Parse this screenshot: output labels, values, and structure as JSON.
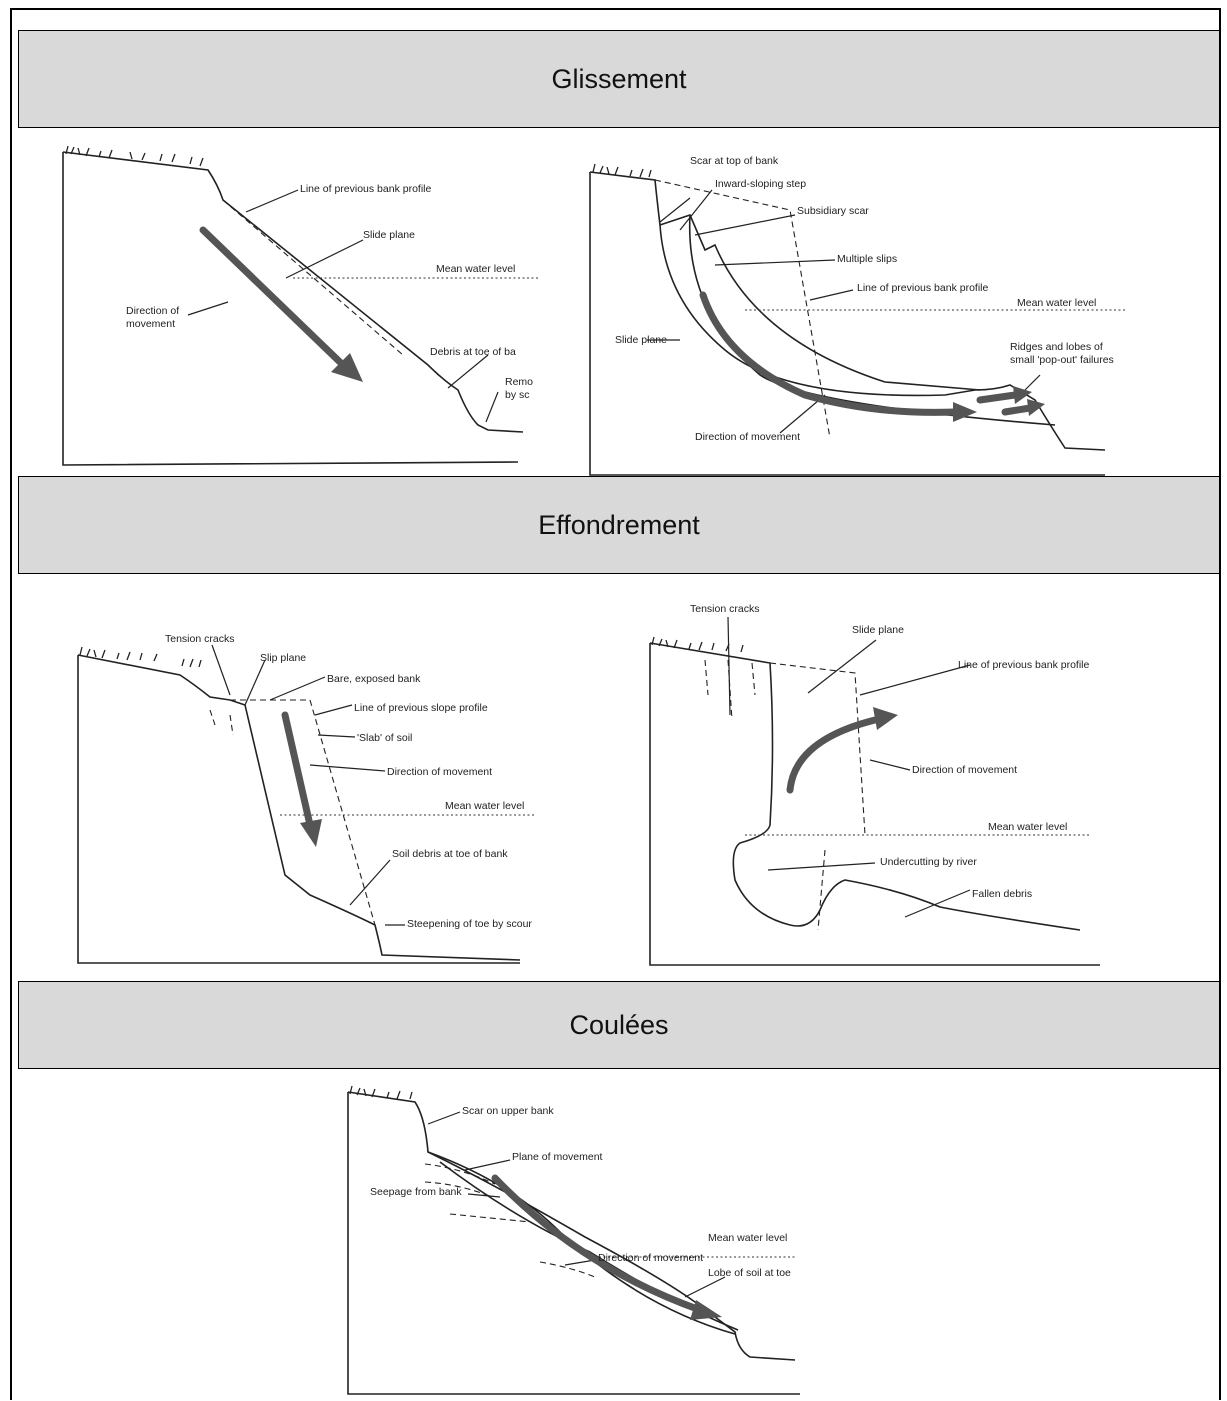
{
  "sections": {
    "glissement": {
      "title": "Glissement",
      "left": {
        "labels": [
          "Line of previous bank profile",
          "Slide plane",
          "Mean water level",
          "Direction of",
          "movement",
          "Debris at toe of ba",
          "Remo",
          "by sc"
        ]
      },
      "right": {
        "labels": [
          "Scar at top of bank",
          "Inward-sloping step",
          "Subsidiary scar",
          "Multiple slips",
          "Line of previous bank profile",
          "Mean water level",
          "Slide plane",
          "Ridges and lobes of",
          "small 'pop-out' failures",
          "Direction of movement"
        ]
      }
    },
    "effondrement": {
      "title": "Effondrement",
      "left": {
        "labels": [
          "Tension cracks",
          "Slip plane",
          "Bare, exposed bank",
          "Line of previous slope profile",
          "'Slab' of soil",
          "Direction of movement",
          "Mean water level",
          "Soil debris at toe of bank",
          "Steepening of toe by scour"
        ]
      },
      "right": {
        "labels": [
          "Tension cracks",
          "Slide plane",
          "Line of previous bank profile",
          "Direction of movement",
          "Mean water level",
          "Undercutting by river",
          "Fallen debris"
        ]
      }
    },
    "coulees": {
      "title": "Coulées",
      "center": {
        "labels": [
          "Scar on upper bank",
          "Plane of movement",
          "Seepage from bank",
          "Mean water level",
          "Direction of movement",
          "Lobe of soil at toe"
        ]
      }
    }
  },
  "colors": {
    "band_fill": "#d9d9d9",
    "arrow": "#555555",
    "line": "#222222"
  }
}
